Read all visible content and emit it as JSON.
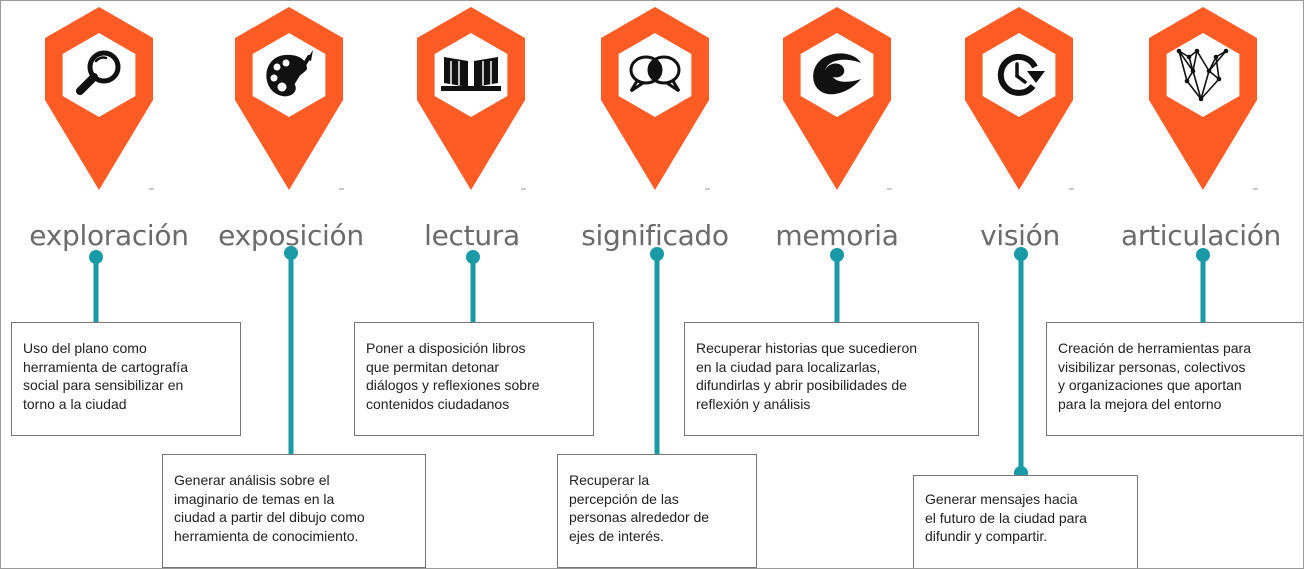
{
  "colors": {
    "accent": "#ff5b24",
    "connector": "#1a9aa6",
    "icon": "#111111",
    "title": "#6b6b6b"
  },
  "stages": [
    {
      "id": "exploracion",
      "title": "exploración",
      "icon": "magnifier-icon",
      "text_lines": [
        "Uso del plano como",
        "herramienta de cartografía",
        "social para sensibilizar en",
        "torno a la ciudad"
      ]
    },
    {
      "id": "exposicion",
      "title": "exposición",
      "icon": "palette-icon",
      "text_lines": [
        "Generar análisis sobre el",
        "imaginario de temas en la",
        "ciudad a partir del dibujo como",
        "herramienta de conocimiento."
      ]
    },
    {
      "id": "lectura",
      "title": "lectura",
      "icon": "book-icon",
      "text_lines": [
        "Poner a disposición libros",
        "que permitan detonar",
        "diálogos y reflexiones sobre",
        "contenidos ciudadanos"
      ]
    },
    {
      "id": "significado",
      "title": "significado",
      "icon": "speech-bubbles-icon",
      "text_lines": [
        "Recuperar la",
        "percepción de las",
        "personas alrededor de",
        "ejes de interés."
      ]
    },
    {
      "id": "memoria",
      "title": "memoria",
      "icon": "wave-swirl-icon",
      "text_lines": [
        "Recuperar historias que sucedieron",
        "en la ciudad para localizarlas,",
        "difundirlas y abrir posibilidades de",
        "reflexión y análisis"
      ]
    },
    {
      "id": "vision",
      "title": "visión",
      "icon": "clock-arrow-icon",
      "text_lines": [
        "Generar mensajes hacia",
        "el futuro de la ciudad para",
        "difundir y compartir."
      ]
    },
    {
      "id": "articulacion",
      "title": "articulación",
      "icon": "network-v-icon",
      "text_lines": [
        "Creación de herramientas para",
        "visibilizar personas, colectivos",
        "y organizaciones que aportan",
        "para la mejora del entorno"
      ]
    }
  ]
}
